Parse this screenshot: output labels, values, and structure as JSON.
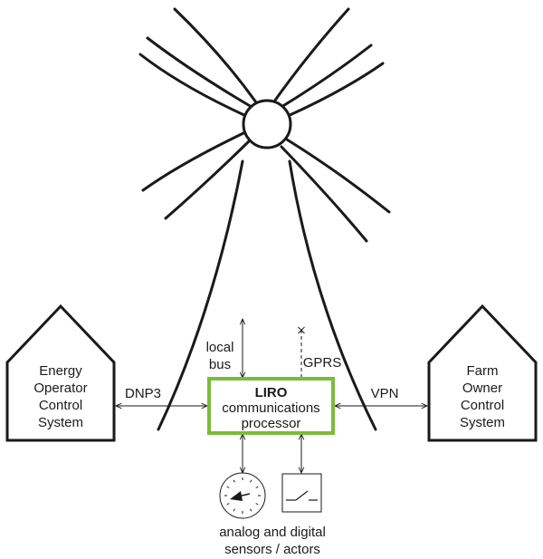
{
  "processor": {
    "title": "LIRO",
    "line1": "communications",
    "line2": "processor",
    "border_color": "#7dba3c"
  },
  "left_system": {
    "line1": "Energy",
    "line2": "Operator",
    "line3": "Control",
    "line4": "System"
  },
  "right_system": {
    "line1": "Farm",
    "line2": "Owner",
    "line3": "Control",
    "line4": "System"
  },
  "links": {
    "left": "DNP3",
    "right": "VPN",
    "bus_line1": "local",
    "bus_line2": "bus",
    "wireless": "GPRS"
  },
  "devices": {
    "gauge_icon": "analog-gauge-icon",
    "switch_icon": "switch-icon",
    "caption_line1": "analog and digital",
    "caption_line2": "sensors / actors"
  }
}
